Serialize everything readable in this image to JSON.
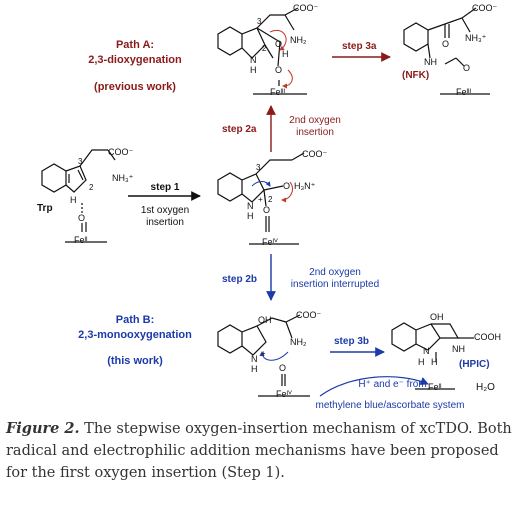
{
  "path_a": {
    "title": "Path A:",
    "subtitle": "2,3-dioxygenation",
    "note": "(previous work)"
  },
  "path_b": {
    "title": "Path B:",
    "subtitle": "2,3-monooxygenation",
    "note": "(this work)"
  },
  "steps": {
    "step1": "step 1",
    "step1_desc_1": "1st oxygen",
    "step1_desc_2": "insertion",
    "step2a": "step 2a",
    "step2a_desc_1": "2nd oxygen",
    "step2a_desc_2": "insertion",
    "step2b": "step 2b",
    "step2b_desc_1": "2nd oxygen",
    "step2b_desc_2": "insertion interrupted",
    "step3a": "step 3a",
    "step3b": "step 3b",
    "reduction_1": "H⁺ and e⁻ from",
    "reduction_2": "methylene blue/ascorbate system"
  },
  "labels": {
    "trp": "Trp",
    "nfk": "(NFK)",
    "hpic": "(HPIC)",
    "coo": "COO⁻",
    "cooh": "COOH",
    "nh3": "NH₃⁺",
    "nh2": "NH₂",
    "h3n": "H₃N⁺",
    "n": "N",
    "nh": "NH",
    "h": "H",
    "o": "O",
    "oh": "OH",
    "fe_ii": "Feᴵᴵ",
    "fe_iii": "Feᴵᴵᴵ",
    "fe_iv": "Feᴵⱽ",
    "h2o": "H₂O",
    "num2": "2",
    "num3": "3",
    "charge": "+"
  },
  "caption": {
    "figure_label": "Figure 2.",
    "text": "The stepwise oxygen-insertion mechanism of xcTDO. Both radical and electrophilic addition mechanisms have been proposed for the first oxygen insertion (Step 1)."
  },
  "colors": {
    "path_a": "#8b1a1a",
    "path_b": "#1c3aa9",
    "bond": "#111111",
    "arrow_red": "#c0392b"
  }
}
